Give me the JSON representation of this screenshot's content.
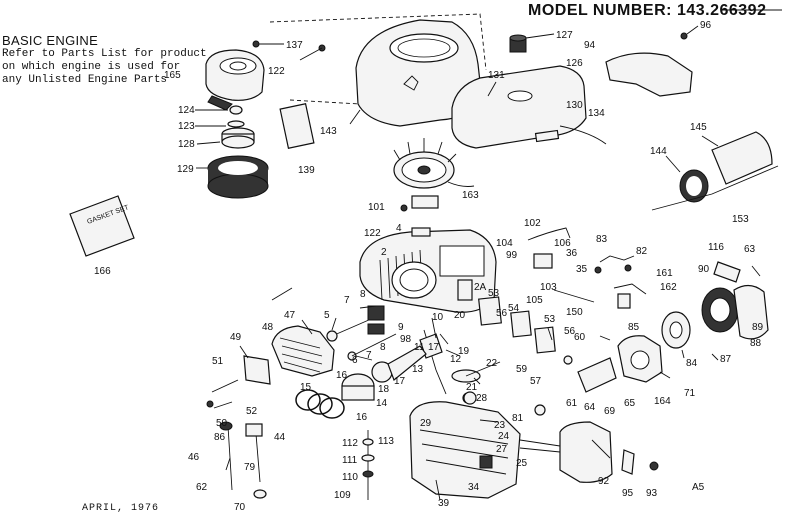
{
  "header": {
    "model_label": "MODEL NUMBER:",
    "model_number": "143.266392",
    "section_title": "BASIC ENGINE",
    "note_lines": [
      "Refer to Parts List for product",
      "on which engine is used for",
      "any Unlisted Engine Parts"
    ]
  },
  "footer": {
    "date": "APRIL, 1976",
    "plate_code": "A5"
  },
  "kit_label": "GASKET SET",
  "callouts": [
    {
      "id": "c137",
      "text": "137"
    },
    {
      "id": "c122a",
      "text": "122"
    },
    {
      "id": "c165",
      "text": "165"
    },
    {
      "id": "c124",
      "text": "124"
    },
    {
      "id": "c123",
      "text": "123"
    },
    {
      "id": "c128",
      "text": "128"
    },
    {
      "id": "c129",
      "text": "129"
    },
    {
      "id": "c127",
      "text": "127"
    },
    {
      "id": "c94",
      "text": "94"
    },
    {
      "id": "c96",
      "text": "96"
    },
    {
      "id": "c131",
      "text": "131"
    },
    {
      "id": "c126",
      "text": "126"
    },
    {
      "id": "c130",
      "text": "130"
    },
    {
      "id": "c134",
      "text": "134"
    },
    {
      "id": "c143",
      "text": "143"
    },
    {
      "id": "c139",
      "text": "139"
    },
    {
      "id": "c145",
      "text": "145"
    },
    {
      "id": "c144",
      "text": "144"
    },
    {
      "id": "c153",
      "text": "153"
    },
    {
      "id": "c163",
      "text": "163"
    },
    {
      "id": "c101",
      "text": "101"
    },
    {
      "id": "c4",
      "text": "4"
    },
    {
      "id": "c122b",
      "text": "122"
    },
    {
      "id": "c2",
      "text": "2"
    },
    {
      "id": "c166",
      "text": "166"
    },
    {
      "id": "c102",
      "text": "102"
    },
    {
      "id": "c104",
      "text": "104"
    },
    {
      "id": "c106",
      "text": "106"
    },
    {
      "id": "c99",
      "text": "99"
    },
    {
      "id": "c36",
      "text": "36"
    },
    {
      "id": "c83",
      "text": "83"
    },
    {
      "id": "c82",
      "text": "82"
    },
    {
      "id": "c116",
      "text": "116"
    },
    {
      "id": "c63",
      "text": "63"
    },
    {
      "id": "c35",
      "text": "35"
    },
    {
      "id": "c103",
      "text": "103"
    },
    {
      "id": "c90",
      "text": "90"
    },
    {
      "id": "c161",
      "text": "161"
    },
    {
      "id": "c162",
      "text": "162"
    },
    {
      "id": "c2a",
      "text": "2A"
    },
    {
      "id": "c53a",
      "text": "53"
    },
    {
      "id": "c105",
      "text": "105"
    },
    {
      "id": "c54",
      "text": "54"
    },
    {
      "id": "c150",
      "text": "150"
    },
    {
      "id": "c7a",
      "text": "7"
    },
    {
      "id": "c8a",
      "text": "8"
    },
    {
      "id": "c5",
      "text": "5"
    },
    {
      "id": "c47",
      "text": "47"
    },
    {
      "id": "c48",
      "text": "48"
    },
    {
      "id": "c49",
      "text": "49"
    },
    {
      "id": "c9",
      "text": "9"
    },
    {
      "id": "c20",
      "text": "20"
    },
    {
      "id": "c56a",
      "text": "56"
    },
    {
      "id": "c53b",
      "text": "53"
    },
    {
      "id": "c56b",
      "text": "56"
    },
    {
      "id": "c85",
      "text": "85"
    },
    {
      "id": "c89",
      "text": "89"
    },
    {
      "id": "c88",
      "text": "88"
    },
    {
      "id": "c98",
      "text": "98"
    },
    {
      "id": "c10",
      "text": "10"
    },
    {
      "id": "c11",
      "text": "11"
    },
    {
      "id": "c17a",
      "text": "17"
    },
    {
      "id": "c19",
      "text": "19"
    },
    {
      "id": "c12",
      "text": "12"
    },
    {
      "id": "c60",
      "text": "60"
    },
    {
      "id": "c6",
      "text": "6"
    },
    {
      "id": "c7b",
      "text": "7"
    },
    {
      "id": "c8b",
      "text": "8"
    },
    {
      "id": "c84",
      "text": "84"
    },
    {
      "id": "c87",
      "text": "87"
    },
    {
      "id": "c51",
      "text": "51"
    },
    {
      "id": "c16",
      "text": "16"
    },
    {
      "id": "c18",
      "text": "18"
    },
    {
      "id": "c13",
      "text": "13"
    },
    {
      "id": "c17b",
      "text": "17"
    },
    {
      "id": "c22",
      "text": "22"
    },
    {
      "id": "c59",
      "text": "59"
    },
    {
      "id": "c57",
      "text": "57"
    },
    {
      "id": "c71",
      "text": "71"
    },
    {
      "id": "c15",
      "text": "15"
    },
    {
      "id": "c14",
      "text": "14"
    },
    {
      "id": "c21",
      "text": "21"
    },
    {
      "id": "c61",
      "text": "61"
    },
    {
      "id": "c64",
      "text": "64"
    },
    {
      "id": "c65",
      "text": "65"
    },
    {
      "id": "c164",
      "text": "164"
    },
    {
      "id": "c28",
      "text": "28"
    },
    {
      "id": "c69",
      "text": "69"
    },
    {
      "id": "c52",
      "text": "52"
    },
    {
      "id": "c50",
      "text": "50"
    },
    {
      "id": "c81",
      "text": "81"
    },
    {
      "id": "c16b",
      "text": "16"
    },
    {
      "id": "c29",
      "text": "29"
    },
    {
      "id": "c23",
      "text": "23"
    },
    {
      "id": "c24",
      "text": "24"
    },
    {
      "id": "c86",
      "text": "86"
    },
    {
      "id": "c44",
      "text": "44"
    },
    {
      "id": "c112",
      "text": "112"
    },
    {
      "id": "c113",
      "text": "113"
    },
    {
      "id": "c27",
      "text": "27"
    },
    {
      "id": "c25",
      "text": "25"
    },
    {
      "id": "c46",
      "text": "46"
    },
    {
      "id": "c79",
      "text": "79"
    },
    {
      "id": "c111",
      "text": "111"
    },
    {
      "id": "c110",
      "text": "110"
    },
    {
      "id": "c92",
      "text": "92"
    },
    {
      "id": "c62",
      "text": "62"
    },
    {
      "id": "c109",
      "text": "109"
    },
    {
      "id": "c34",
      "text": "34"
    },
    {
      "id": "c39",
      "text": "39"
    },
    {
      "id": "c95",
      "text": "95"
    },
    {
      "id": "c93",
      "text": "93"
    },
    {
      "id": "c70",
      "text": "70"
    }
  ]
}
